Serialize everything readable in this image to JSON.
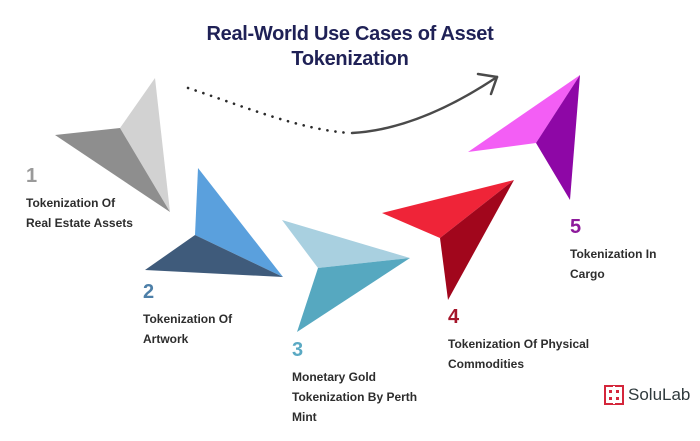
{
  "title": "Real-World Use Cases of Asset Tokenization",
  "steps": [
    {
      "number": "1",
      "label": "Tokenization Of Real Estate Assets",
      "color": "#9a9a9a"
    },
    {
      "number": "2",
      "label": "Tokenization Of Artwork",
      "color": "#4d7fa8"
    },
    {
      "number": "3",
      "label": "Monetary Gold Tokenization By Perth Mint",
      "color": "#5aa9c3"
    },
    {
      "number": "4",
      "label": "Tokenization Of Physical Commodities",
      "color": "#a5152a"
    },
    {
      "number": "5",
      "label": "Tokenization In Cargo",
      "color": "#8d1a9b"
    }
  ],
  "brand": {
    "name": "SoluLab",
    "color": "#d4263b"
  },
  "colors": {
    "gray_light": "#cfcfcf",
    "gray_dark": "#8f8f8f",
    "blue_light": "#5a9fdd",
    "blue_dark": "#3f5c7d",
    "teal_light": "#a9d1e1",
    "teal_dark": "#58a9c1",
    "red_light": "#ef2438",
    "red_dark": "#a2061c",
    "magenta_light": "#f35df4",
    "magenta_dark": "#8e07a5"
  }
}
